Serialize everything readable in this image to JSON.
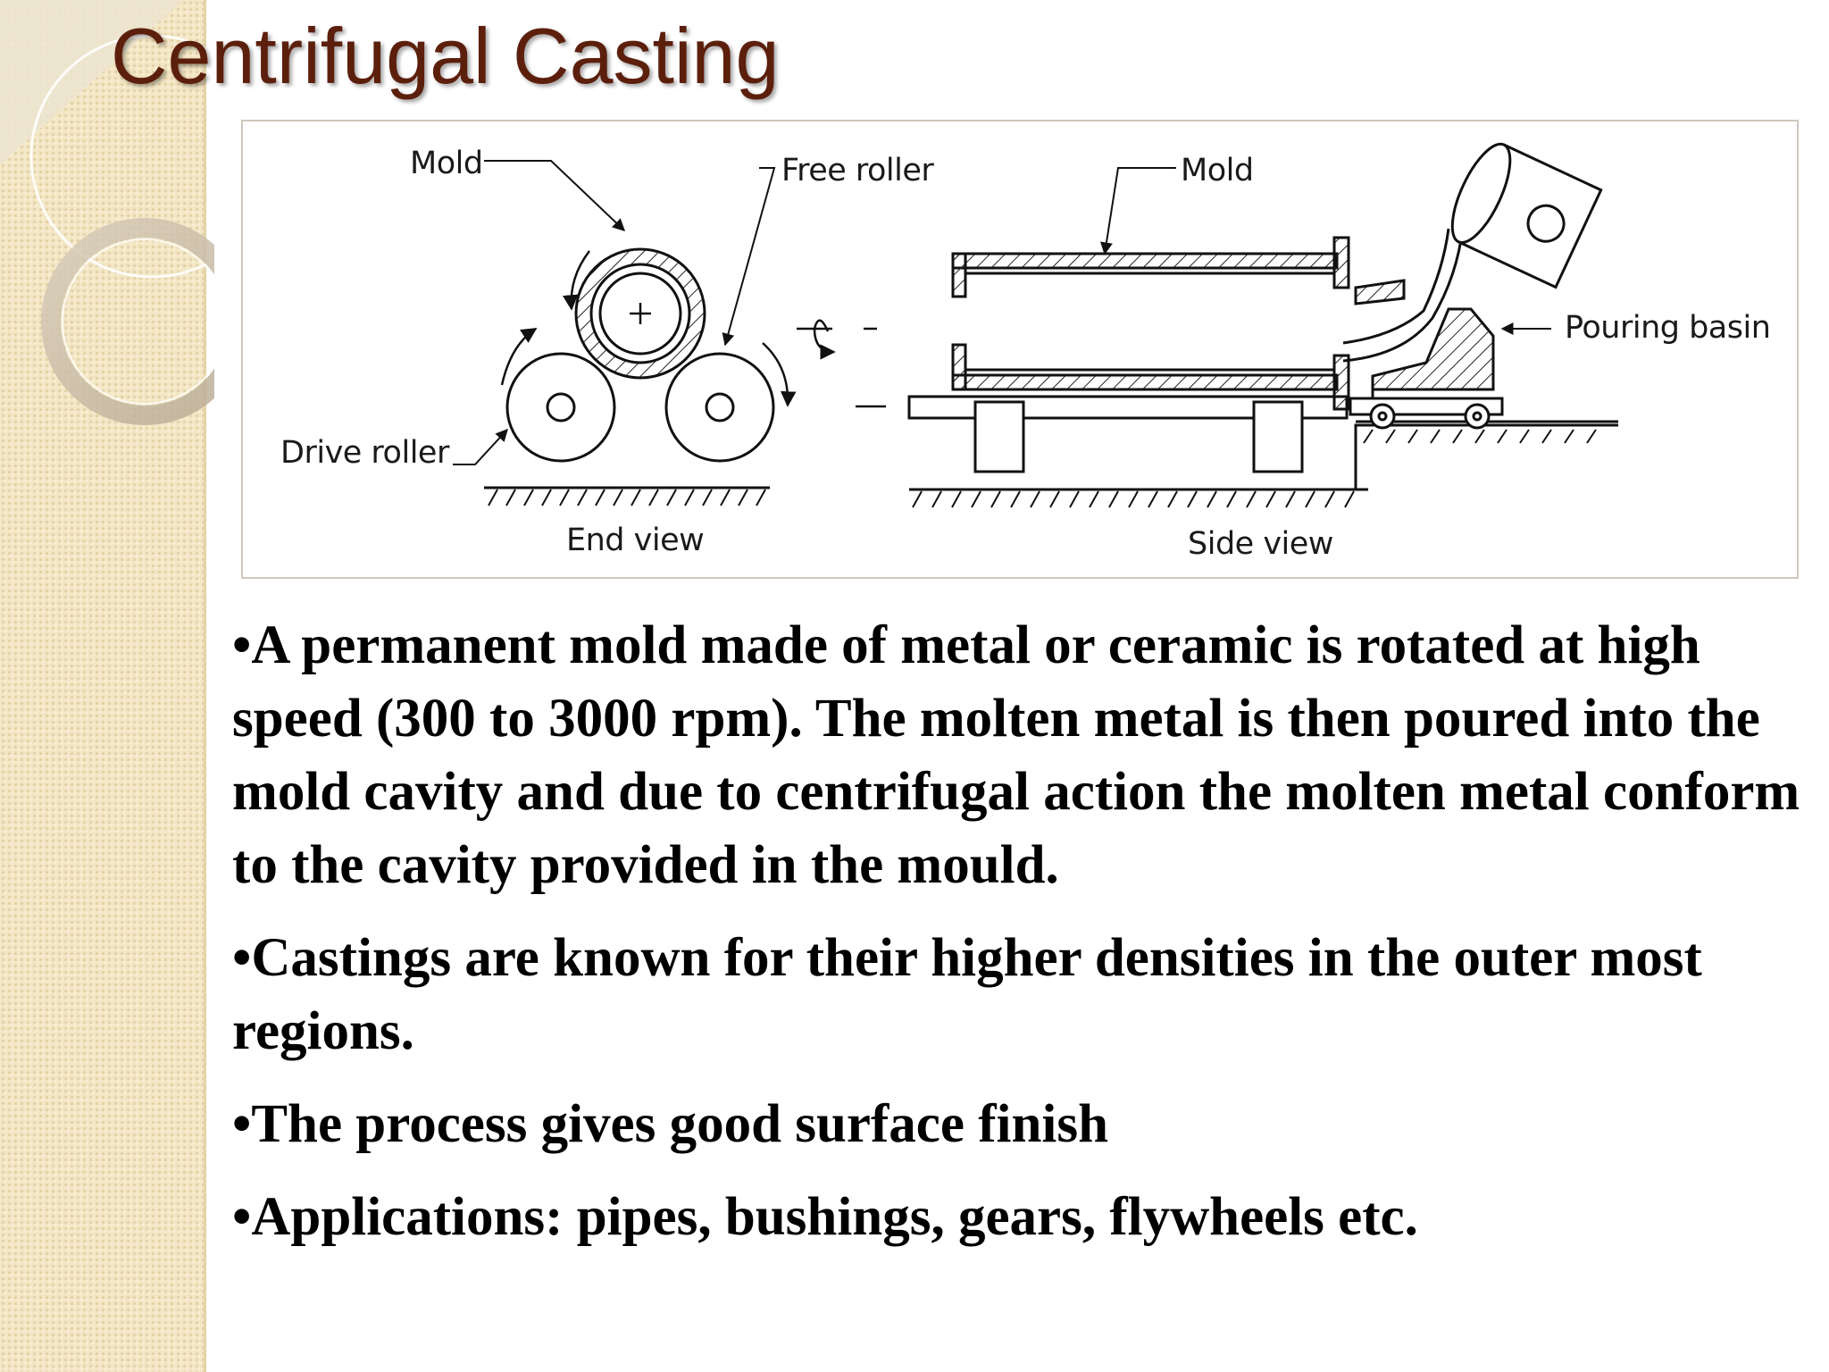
{
  "slide": {
    "title": "Centrifugal Casting"
  },
  "diagram": {
    "labels": {
      "mold_left": "Mold",
      "free_roller": "Free roller",
      "mold_right": "Mold",
      "pouring_basin": "Pouring basin",
      "drive_roller": "Drive roller",
      "end_view": "End view",
      "side_view": "Side view"
    }
  },
  "bullets": [
    {
      "bullet": "•",
      "text": "A permanent mold made of metal or ceramic is rotated at high speed (300 to 3000 rpm). The molten metal is then poured into the mold cavity and due to centrifugal action the molten metal conform to the cavity provided in the mould."
    },
    {
      "bullet": "•",
      "text": "Castings are known for their higher densities in the outer most regions."
    },
    {
      "bullet": "•",
      "text": "The process gives good surface finish"
    },
    {
      "bullet": "•",
      "text": "Applications: pipes, bushings, gears, flywheels etc."
    }
  ]
}
